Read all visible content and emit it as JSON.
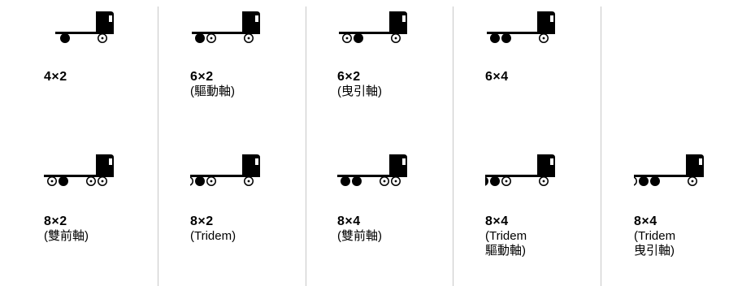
{
  "configs": [
    {
      "code": "4×2",
      "sub": "",
      "axles": [
        [
          "d"
        ],
        [
          "s"
        ]
      ]
    },
    {
      "code": "6×2",
      "sub": "(驅動軸)",
      "axles": [
        [
          "d",
          "s"
        ],
        [
          "s"
        ]
      ]
    },
    {
      "code": "6×2",
      "sub": "(曳引軸)",
      "axles": [
        [
          "s",
          "d"
        ],
        [
          "s"
        ]
      ]
    },
    {
      "code": "6×4",
      "sub": "",
      "axles": [
        [
          "d",
          "d"
        ],
        [
          "s"
        ]
      ]
    },
    {
      "code": "8×2",
      "sub": "(雙前軸)",
      "axles": [
        [
          "s",
          "d"
        ],
        [
          "s",
          "s"
        ]
      ]
    },
    {
      "code": "8×2",
      "sub": "(Tridem)",
      "axles": [
        [
          "s",
          "d",
          "s"
        ],
        [
          "s"
        ]
      ]
    },
    {
      "code": "8×4",
      "sub": "(雙前軸)",
      "axles": [
        [
          "d",
          "d"
        ],
        [
          "s",
          "s"
        ]
      ]
    },
    {
      "code": "8×4",
      "sub": "(Tridem\n驅動軸)",
      "axles": [
        [
          "d",
          "d",
          "s"
        ],
        [
          "s"
        ]
      ]
    },
    {
      "code": "8×4",
      "sub": "(Tridem\n曳引軸)",
      "axles": [
        [
          "s",
          "d",
          "d"
        ],
        [
          "s"
        ]
      ]
    }
  ]
}
